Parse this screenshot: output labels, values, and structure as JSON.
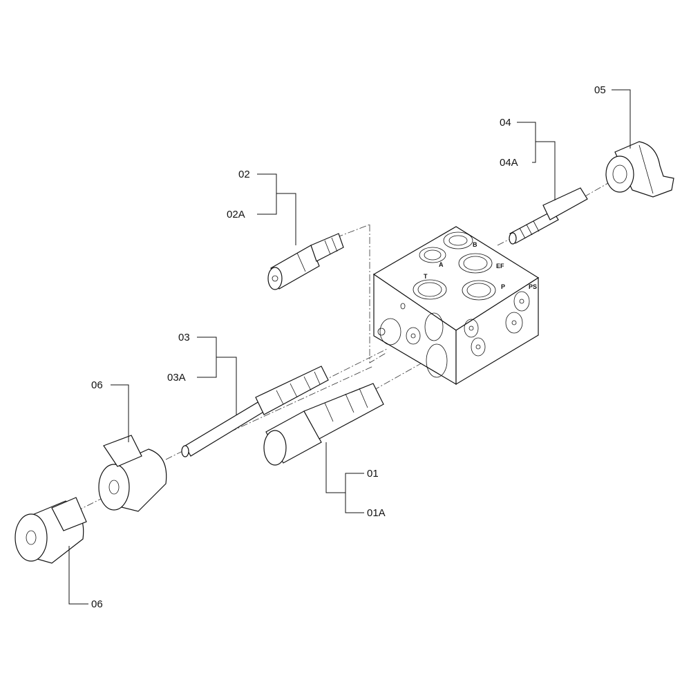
{
  "callouts": {
    "c01": "01",
    "c01A": "01A",
    "c02": "02",
    "c02A": "02A",
    "c03": "03",
    "c03A": "03A",
    "c04": "04",
    "c04A": "04A",
    "c05": "05",
    "c06_upper": "06",
    "c06_lower": "06"
  },
  "ports": {
    "B": "B",
    "A": "A",
    "EF": "EF",
    "T": "T",
    "P": "P",
    "PS": "PS"
  }
}
